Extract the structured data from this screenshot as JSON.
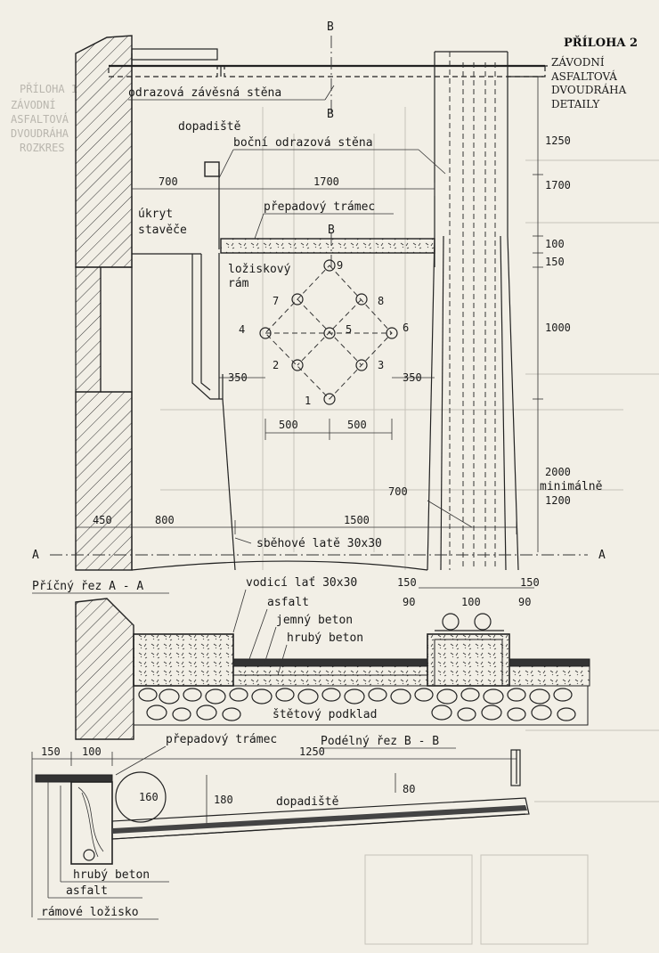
{
  "sheet": {
    "title": "PŘÍLOHA 2",
    "subtitle_lines": [
      "ZÁVODNÍ",
      "ASFALTOVÁ",
      "DVOUDRÁHA",
      "DETAILY"
    ]
  },
  "section_marks": {
    "b_top": "B",
    "b_bottom": "B",
    "b_mid": "B",
    "a_left": "A",
    "a_right": "A"
  },
  "labels": {
    "odrazova_zavesna_stena": "odrazová závěsná stěna",
    "dopadiste_top": "dopadiště",
    "bocni_odrazova_stena": "boční odrazová stěna",
    "ukryt_line1": "úkryt",
    "ukryt_line2": "stavěče",
    "prepadovy_tramec_top": "přepadový trámec",
    "loziskovy_line1": "ložiskový",
    "loziskovy_line2": "rám",
    "minimalne": "minimálně",
    "sbehove_late": "sběhové latě 30x30",
    "pricny_rez": "Příčný řez A - A",
    "vodici_lat": "vodicí lať 30x30",
    "asfalt_mid": "asfalt",
    "jemny_beton": "jemný beton",
    "hruby_beton_mid": "hrubý beton",
    "stetovy_podklad": "štětový podklad",
    "prepadovy_tramec_bottom": "přepadový trámec",
    "podelny_rez": "Podélný řez B - B",
    "dopadiste_bottom": "dopadiště",
    "hruby_beton_bottom": "hrubý beton",
    "asfalt_bottom": "asfalt",
    "ramove_lozisko": "rámové ložisko"
  },
  "dimensions": {
    "d700_top": "700",
    "d1700_mid": "1700",
    "d1250_right": "1250",
    "d1700_right": "1700",
    "d100_right": "100",
    "d150_right": "150",
    "d1000_right": "1000",
    "d350_left": "350",
    "d350_right": "350",
    "d500_left": "500",
    "d500_right": "500",
    "d2000": "2000",
    "d1200": "1200",
    "d700_low": "700",
    "d450": "450",
    "d800": "800",
    "d1500": "1500",
    "d150_a": "150",
    "d90_a": "90",
    "d100_a": "100",
    "d90_b": "90",
    "d150_b": "150",
    "d150_bot": "150",
    "d100_bot": "100",
    "d1250_bot": "1250",
    "d160": "160",
    "d180": "180",
    "d80": "80"
  },
  "frame_points": [
    "1",
    "2",
    "3",
    "4",
    "5",
    "6",
    "7",
    "8",
    "9"
  ],
  "ghost_text": {
    "g1": "PŘÍLOHA 1",
    "g2": "ZÁVODNÍ",
    "g3": "ASFALTOVÁ",
    "g4": "DVOUDRÁHA",
    "g5": "ROZKRES"
  }
}
